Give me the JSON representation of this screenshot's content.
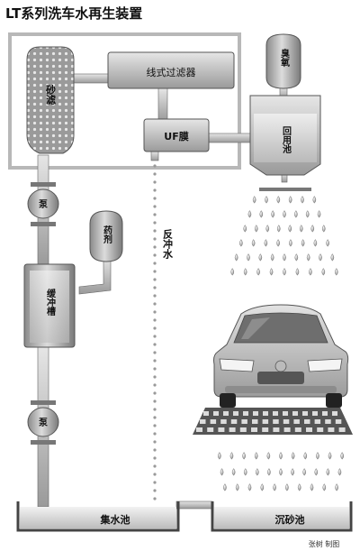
{
  "title": "LT系列洗车水再生装置",
  "labels": {
    "sand_filter": "砂滤",
    "cartridge_filter": "线式过滤器",
    "uf_membrane": "UF膜",
    "ozone": "臭氧",
    "reuse_tank": "回用池",
    "pump_upper": "泵",
    "chemical": "药剂",
    "backwash": "反冲水",
    "buffer_tank": "缓冲槽",
    "pump_lower": "泵",
    "collection_tank": "集水池",
    "sedimentation_tank": "沉砂池"
  },
  "credit": "张树 制图"
}
